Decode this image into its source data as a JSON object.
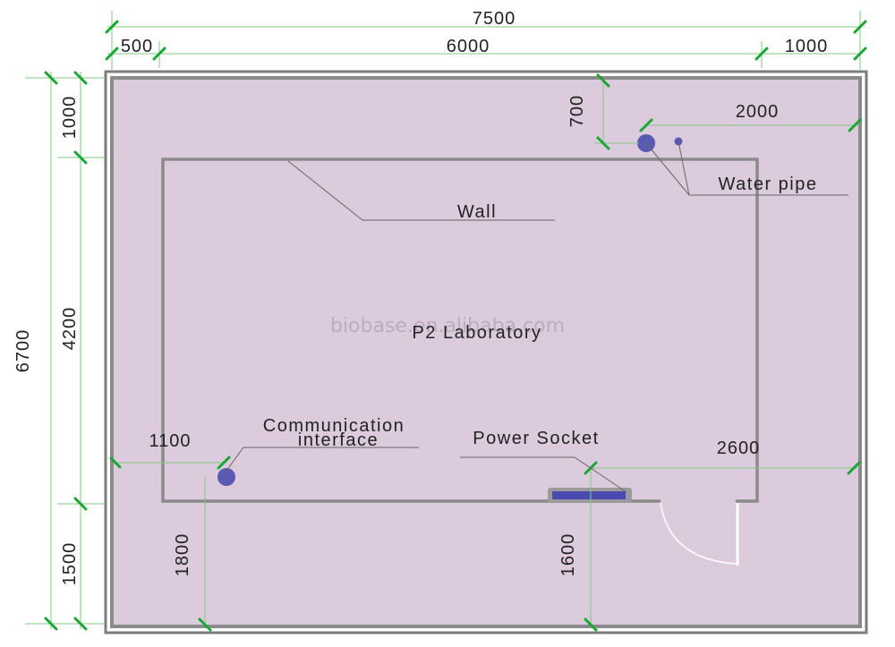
{
  "dimensions": {
    "top_total": "7500",
    "top_left": "500",
    "top_mid": "6000",
    "top_right": "1000",
    "left_total": "6700",
    "left_top": "1000",
    "left_mid": "4200",
    "left_bottom": "1500",
    "pipe_offset_v": "700",
    "pipe_offset_h": "2000",
    "comm_offset_h": "1100",
    "comm_offset_v": "1800",
    "socket_offset_h": "2600",
    "socket_offset_v": "1600"
  },
  "labels": {
    "wall": "Wall",
    "water_pipe": "Water pipe",
    "room": "P2 Laboratory",
    "communication_line1": "Communication",
    "communication_line2": "interface",
    "power_socket": "Power Socket"
  },
  "watermark": "biobase.en.alibaba.com",
  "colors": {
    "floor": "#dccbdd",
    "wall": "#8a8a8a",
    "dimension_line": "#7fc97f",
    "dimension_tick": "#1aa632",
    "fixture": "#5a5ab4"
  }
}
